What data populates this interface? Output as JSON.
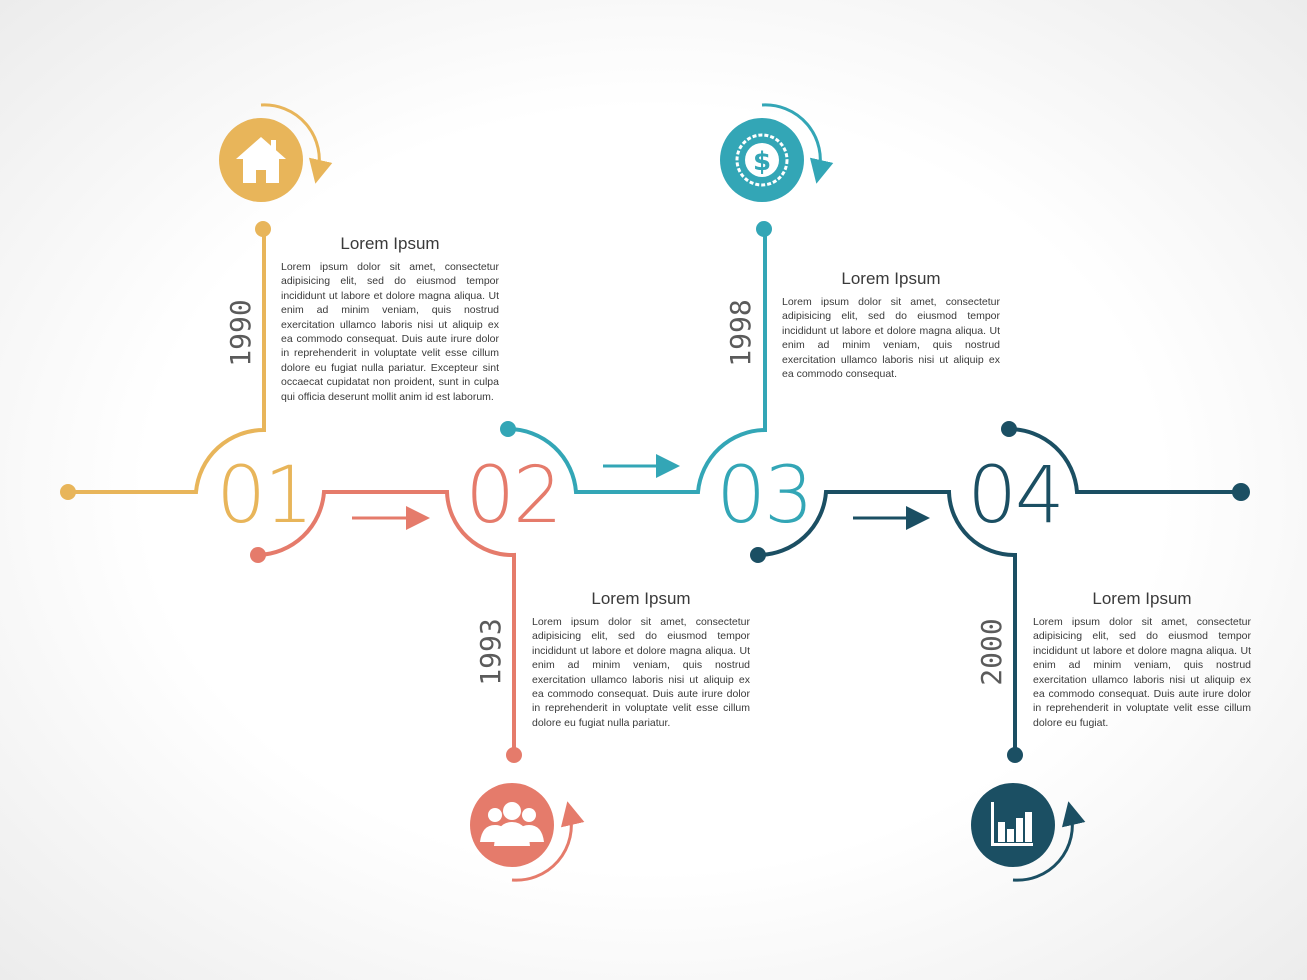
{
  "steps": [
    {
      "number": "01",
      "year": "1990",
      "color": "#e8b55a",
      "icon": "home-icon",
      "title": "Lorem Ipsum",
      "text": "Lorem ipsum dolor sit amet, consectetur adipisicing elit, sed do eiusmod tempor incididunt ut labore et dolore magna aliqua. Ut enim ad minim veniam, quis nostrud exercitation ullamco laboris nisi ut aliquip ex ea commodo consequat. Duis aute irure dolor in reprehenderit in voluptate velit esse cillum dolore eu fugiat nulla pariatur. Excepteur sint occaecat cupidatat non proident, sunt in culpa qui officia deserunt mollit anim id est laborum."
    },
    {
      "number": "02",
      "year": "1993",
      "color": "#e57b6b",
      "icon": "people-icon",
      "title": "Lorem Ipsum",
      "text": "Lorem ipsum dolor sit amet, consectetur adipisicing elit, sed do eiusmod tempor incididunt ut labore et dolore magna aliqua. Ut enim ad minim veniam, quis nostrud exercitation ullamco laboris nisi ut aliquip ex ea commodo consequat. Duis aute irure dolor in reprehenderit in voluptate velit esse cillum dolore eu fugiat nulla pariatur."
    },
    {
      "number": "03",
      "year": "1998",
      "color": "#33a6b6",
      "icon": "dollar-coin-icon",
      "title": "Lorem Ipsum",
      "text": "Lorem ipsum dolor sit amet, consectetur adipisicing elit, sed do eiusmod tempor incididunt ut labore et dolore magna aliqua. Ut enim ad minim veniam, quis nostrud exercitation ullamco laboris nisi ut aliquip ex ea commodo consequat."
    },
    {
      "number": "04",
      "year": "2000",
      "color": "#1b4f63",
      "icon": "bar-chart-icon",
      "title": "Lorem Ipsum",
      "text": "Lorem ipsum dolor sit amet, consectetur adipisicing elit, sed do eiusmod tempor incididunt ut labore et dolore magna aliqua. Ut enim ad minim veniam, quis nostrud exercitation ullamco laboris nisi ut aliquip ex ea commodo consequat. Duis aute irure dolor in reprehenderit in voluptate velit esse cillum dolore eu fugiat."
    }
  ]
}
